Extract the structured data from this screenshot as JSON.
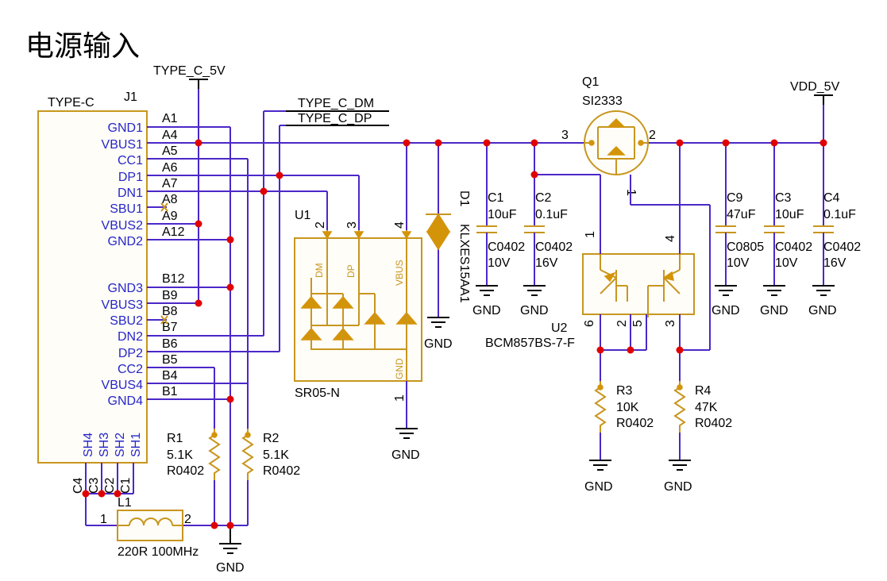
{
  "title": "电源输入",
  "nets": {
    "type_c_5v": "TYPE_C_5V",
    "type_c_dm": "TYPE_C_DM",
    "type_c_dp": "TYPE_C_DP",
    "vdd_5v": "VDD_5V",
    "gnd": "GND"
  },
  "j1": {
    "designator": "J1",
    "part": "TYPE-C",
    "pins_top": [
      {
        "name": "GND1",
        "num": "A1"
      },
      {
        "name": "VBUS1",
        "num": "A4"
      },
      {
        "name": "CC1",
        "num": "A5"
      },
      {
        "name": "DP1",
        "num": "A6"
      },
      {
        "name": "DN1",
        "num": "A7"
      },
      {
        "name": "SBU1",
        "num": "A8"
      },
      {
        "name": "VBUS2",
        "num": "A9"
      },
      {
        "name": "GND2",
        "num": "A12"
      }
    ],
    "pins_bottom": [
      {
        "name": "GND3",
        "num": "B12"
      },
      {
        "name": "VBUS3",
        "num": "B9"
      },
      {
        "name": "SBU2",
        "num": "B8"
      },
      {
        "name": "DN2",
        "num": "B7"
      },
      {
        "name": "DP2",
        "num": "B6"
      },
      {
        "name": "CC2",
        "num": "B5"
      },
      {
        "name": "VBUS4",
        "num": "B4"
      },
      {
        "name": "GND4",
        "num": "B1"
      }
    ],
    "shield_names": [
      "SH4",
      "SH3",
      "SH2",
      "SH1"
    ],
    "shield_pins": [
      "C4",
      "C3",
      "C2",
      "C1"
    ]
  },
  "u1": {
    "designator": "U1",
    "part": "SR05-N",
    "pin_labels": [
      "DM",
      "DP",
      "VBUS",
      "GND"
    ],
    "pin_numbers": [
      "2",
      "3",
      "4",
      "1"
    ]
  },
  "d1": {
    "designator": "D1",
    "part": "KLXES15AA1"
  },
  "q1": {
    "designator": "Q1",
    "part": "SI2333",
    "pin_numbers": [
      "3",
      "2",
      "1"
    ]
  },
  "u2": {
    "designator": "U2",
    "part": "BCM857BS-7-F",
    "pin_numbers": [
      "1",
      "4",
      "6",
      "2",
      "5",
      "3"
    ]
  },
  "caps": [
    {
      "ref": "C1",
      "value": "10uF",
      "pkg": "C0402",
      "voltage": "10V"
    },
    {
      "ref": "C2",
      "value": "0.1uF",
      "pkg": "C0402",
      "voltage": "16V"
    },
    {
      "ref": "C9",
      "value": "47uF",
      "pkg": "C0805",
      "voltage": "10V"
    },
    {
      "ref": "C3",
      "value": "10uF",
      "pkg": "C0402",
      "voltage": "10V"
    },
    {
      "ref": "C4",
      "value": "0.1uF",
      "pkg": "C0402",
      "voltage": "16V"
    }
  ],
  "resistors": [
    {
      "ref": "R1",
      "value": "5.1K",
      "pkg": "R0402"
    },
    {
      "ref": "R2",
      "value": "5.1K",
      "pkg": "R0402"
    },
    {
      "ref": "R3",
      "value": "10K",
      "pkg": "R0402"
    },
    {
      "ref": "R4",
      "value": "47K",
      "pkg": "R0402"
    }
  ],
  "l1": {
    "ref": "L1",
    "value": "220R 100MHz",
    "pin_numbers": [
      "1",
      "2"
    ]
  }
}
